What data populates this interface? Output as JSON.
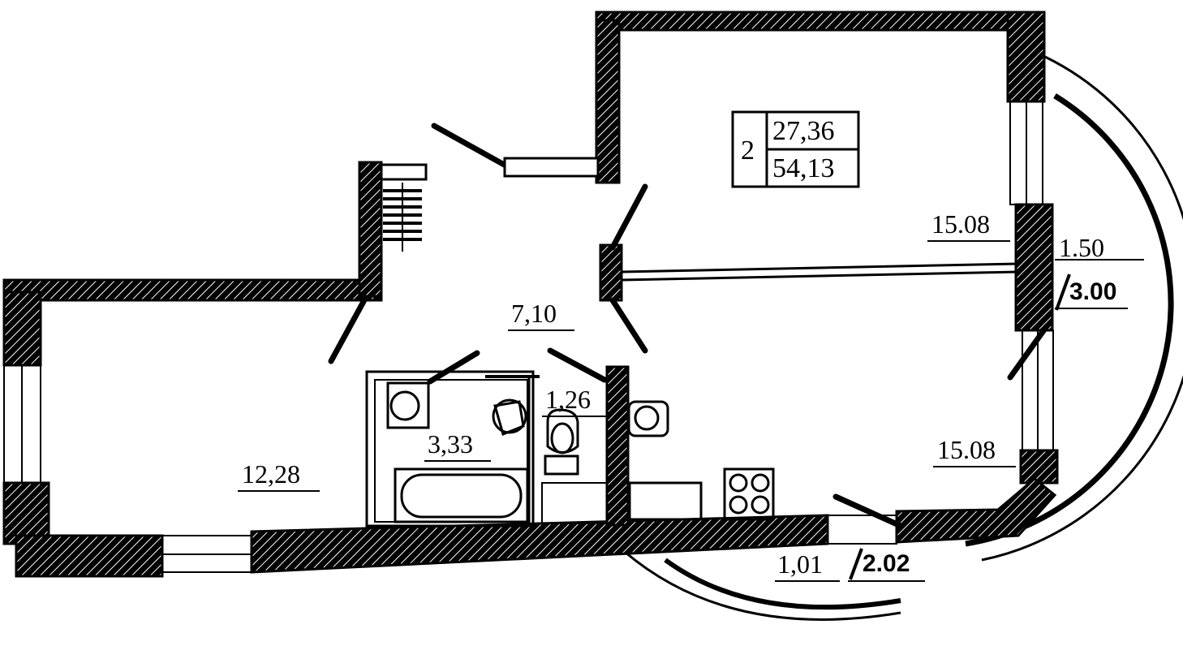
{
  "apartment": {
    "rooms_count": "2",
    "living_area": "27,36",
    "total_area": "54,13"
  },
  "rooms": {
    "living_room_large": "15.08",
    "living_room_small": "12,28",
    "hallway": "7,10",
    "bathroom": "3,33",
    "toilet": "1,26",
    "kitchen": "15.08"
  },
  "balconies": {
    "upper_balcony_a": "1.50",
    "upper_balcony_b": "3.00",
    "lower_balcony_a": "1,01",
    "lower_balcony_b": "2.02"
  },
  "colors": {
    "wall": "#000000",
    "background": "#ffffff"
  }
}
